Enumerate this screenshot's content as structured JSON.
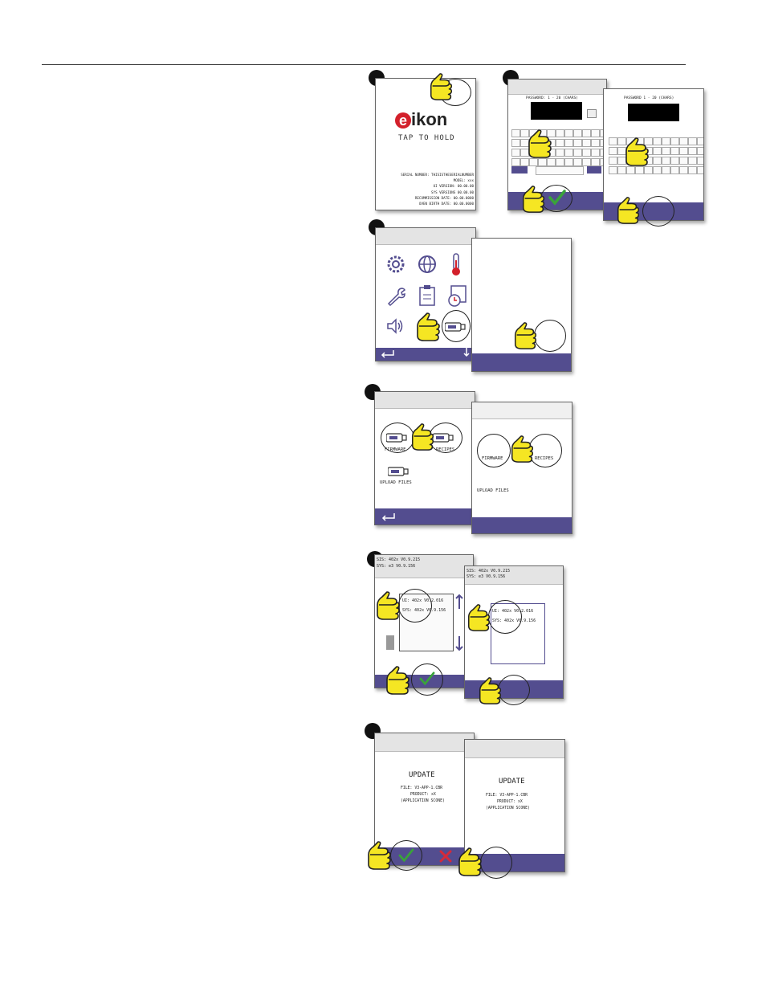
{
  "step1": {
    "brand_first": "e",
    "brand_rest": "ikon",
    "tap_label": "TAP TO HOLD",
    "info": [
      "SERIAL NUMBER: THISISTHESERIALNUMBER",
      "MODEL: xxx",
      "UI VERSION: 00.00.00",
      "SYS VERSIONS 00.00.00",
      "RECOMMISSION DATE: 00.00.0000",
      "OVEN BIRTH DATE: 00.00.0000"
    ]
  },
  "step2": {
    "password_prompt": "PASSWORD: 1 - 20 (CHARS)",
    "password_prompt_b": "PASSWORD 1 - 20 (CHARS)"
  },
  "step4": {
    "firmware_label": "FIRMWARE",
    "recipes_label": "RECIPES",
    "upload_label": "UPLOAD FILES"
  },
  "step5": {
    "header_line1": "SIS: 402x V0.9.215",
    "header_line2": "SYS: e3 V0.9.156",
    "list_item1": "UI: 402x V0.2.016",
    "list_item2": "SYS: 402x V0.9.156"
  },
  "step6": {
    "title": "UPDATE",
    "file_line": "FILE: V3-APP-1.CBR",
    "product_line": "PRODUCT: xX",
    "desc_line": "(APPLICATION SCONE)"
  },
  "colors": {
    "nav_bar": "#534d8f",
    "arrow_gray": "#9a9a9a",
    "hand_yellow": "#f5e623",
    "check_green": "#3aa33a",
    "cross_red": "#d42a3a",
    "brand_red": "#d3202b"
  },
  "icons": [
    "hand-pointer-icon",
    "check-icon",
    "cross-icon",
    "back-arrow-icon",
    "usb-drive-icon",
    "gear-icon",
    "globe-icon",
    "thermometer-icon",
    "wrench-icon",
    "clipboard-icon",
    "clock-icon",
    "speaker-icon",
    "up-arrow-icon",
    "down-arrow-icon"
  ]
}
